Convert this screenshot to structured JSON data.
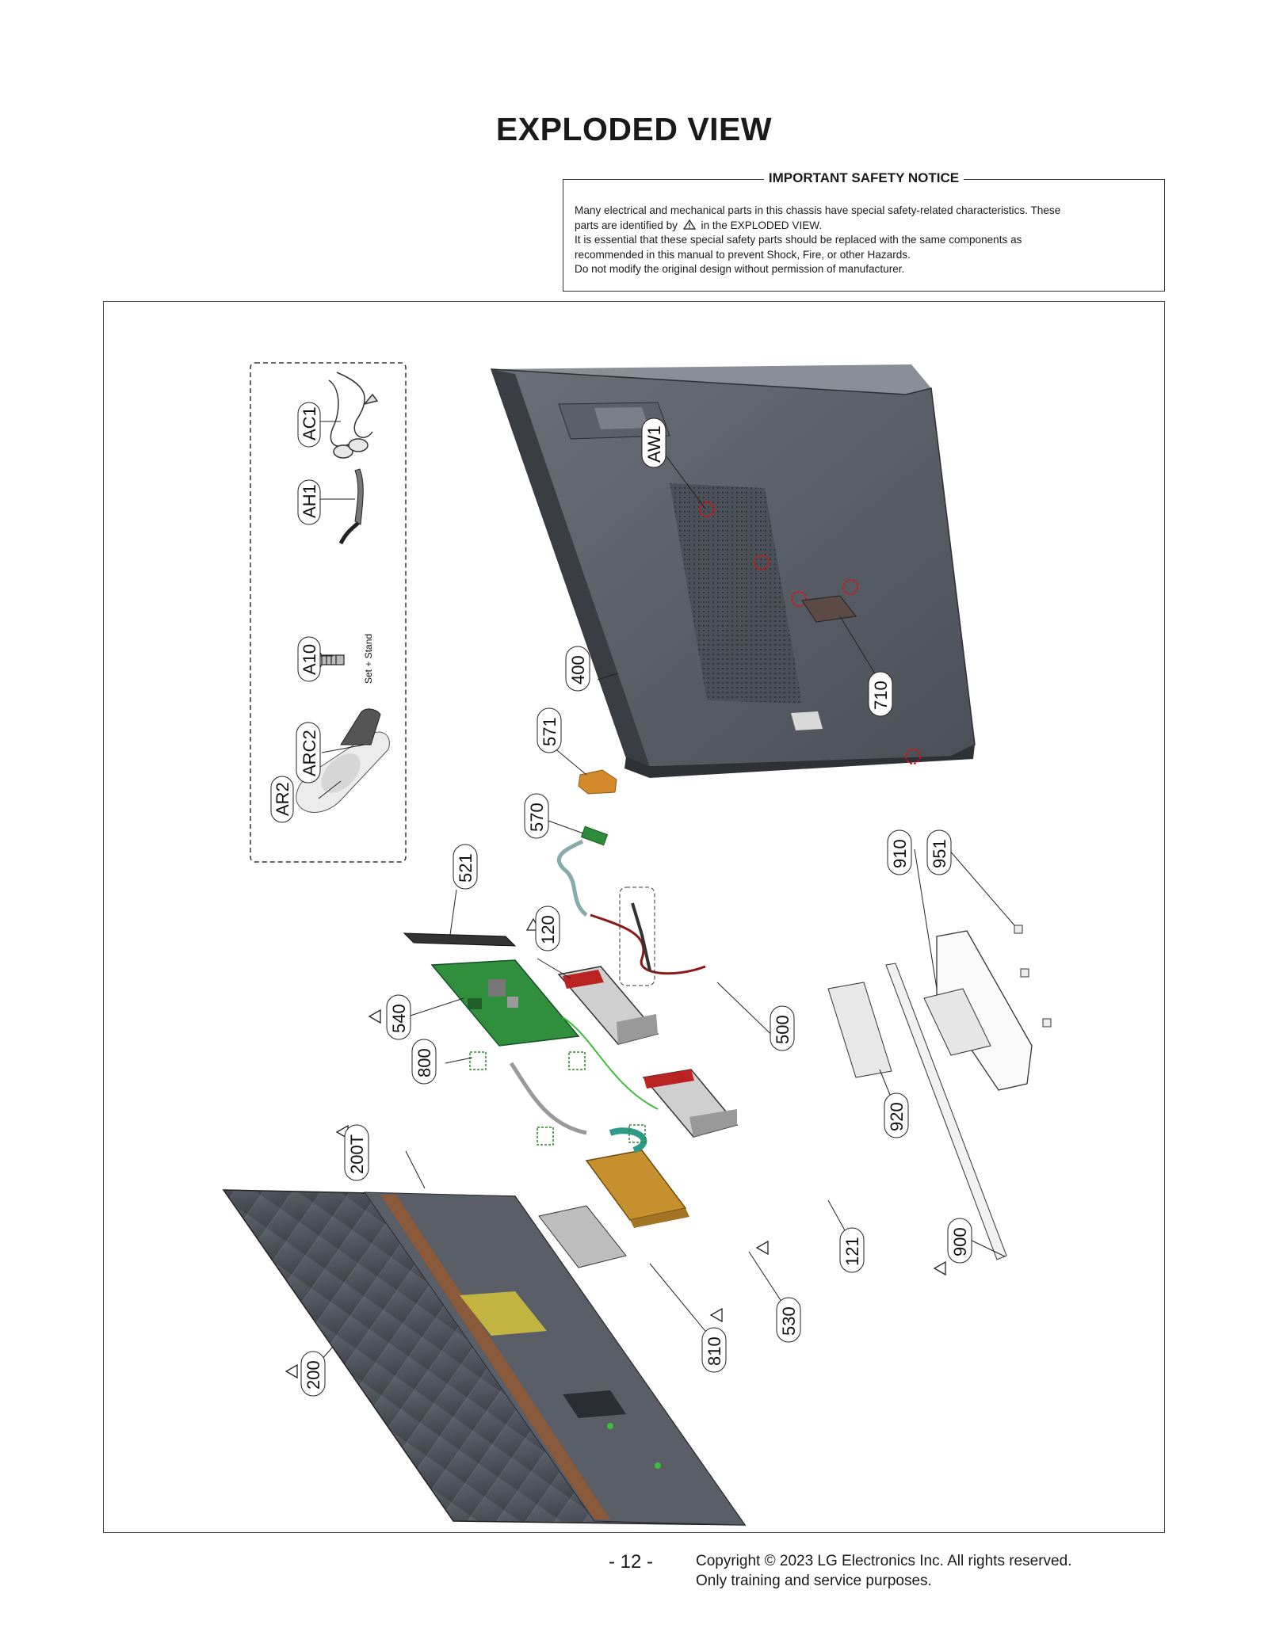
{
  "title": "EXPLODED VIEW",
  "notice": {
    "heading": "IMPORTANT SAFETY NOTICE",
    "line1": "Many electrical and mechanical parts in this chassis have special safety-related characteristics. These",
    "line2a": "parts are identified by",
    "line2b": "in the EXPLODED VIEW.",
    "line3": "It is essential that these special safety parts should be replaced with the same components as",
    "line4": "recommended in this manual to prevent Shock, Fire, or other Hazards.",
    "line5": "Do not modify the original design without permission of manufacturer."
  },
  "accessory_note": "Set + Stand",
  "callouts": {
    "AC1": "AC1",
    "AH1": "AH1",
    "A10": "A10",
    "ARC2": "ARC2",
    "AR2": "AR2",
    "AW1": "AW1",
    "p400": "400",
    "p710": "710",
    "p571": "571",
    "p570": "570",
    "p521": "521",
    "p120": "120",
    "p500": "500",
    "p540": "540",
    "p800": "800",
    "p200T": "200T",
    "p200": "200",
    "p810": "810",
    "p530": "530",
    "p121": "121",
    "p920": "920",
    "p910": "910",
    "p951": "951",
    "p900": "900"
  },
  "footer": {
    "page": "- 12 -",
    "copyright": "Copyright © 2023 LG Electronics Inc. All rights reserved.",
    "purpose": "Only training and service purposes."
  }
}
